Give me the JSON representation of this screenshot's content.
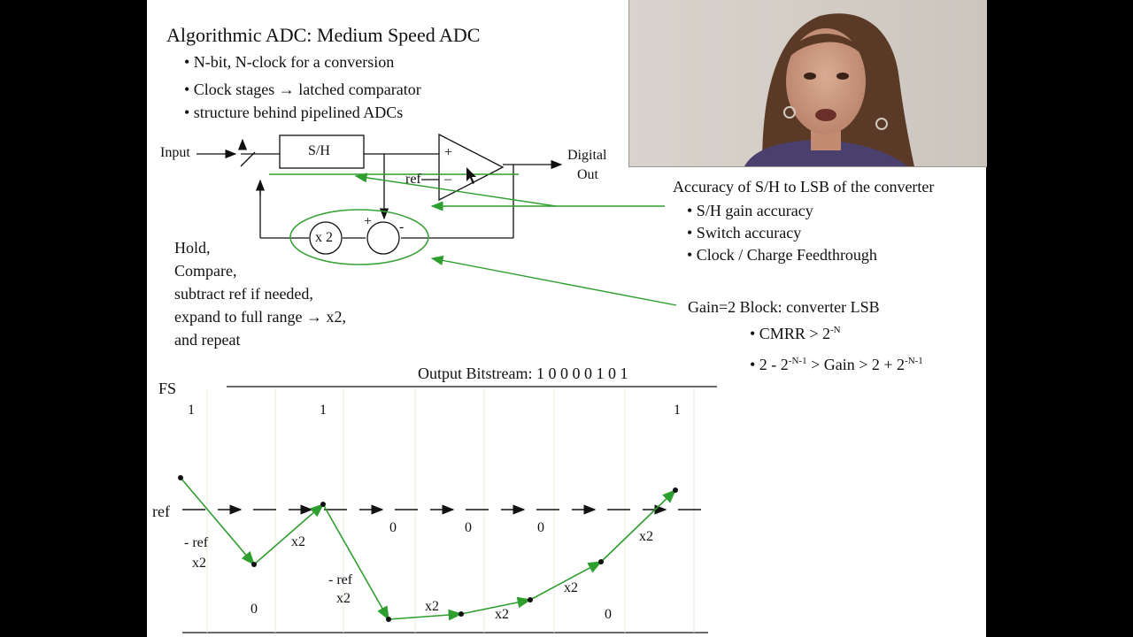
{
  "slide": {
    "title": "Algorithmic ADC: Medium Speed ADC",
    "bullets": [
      "• N-bit, N-clock for a conversion",
      "• Clock stages → latched comparator",
      "• structure behind pipelined ADCs"
    ],
    "diagram": {
      "input_label": "Input",
      "sh_label": "S/H",
      "plus": "+",
      "minus": "–",
      "ref_label": "ref",
      "digital": "Digital",
      "out": "Out",
      "gain_block": "x 2",
      "sum_plus": "+",
      "sum_minus": "-"
    },
    "hold_notes": [
      "Hold,",
      "Compare,",
      "subtract ref if needed,",
      "expand to full range → x2,",
      "and repeat"
    ],
    "accuracy": {
      "heading": "Accuracy of S/H to LSB of the converter",
      "items": [
        "• S/H gain accuracy",
        "• Switch accuracy",
        "• Clock / Charge Feedthrough"
      ]
    },
    "gain": {
      "heading": "Gain=2 Block: converter LSB",
      "cmrr_pre": "• CMRR > 2",
      "cmrr_sup": "-N",
      "range_a": "• 2 - 2",
      "range_a_sup": "-N-1",
      "range_b": " > Gain > 2 + 2",
      "range_b_sup": "-N-1"
    },
    "waveform": {
      "bitstream_label": "Output Bitstream: 1 0 0 0 0 1 0 1",
      "fs_label": "FS",
      "ref_label": "ref",
      "bits": [
        {
          "text": "1"
        },
        {
          "text": "1"
        },
        {
          "text": "1"
        },
        {
          "text": "0"
        },
        {
          "text": "0"
        },
        {
          "text": "0"
        },
        {
          "text": "0"
        },
        {
          "text": "0"
        }
      ],
      "ops": [
        {
          "text": "- ref"
        },
        {
          "text": "x2"
        },
        {
          "text": "x2"
        },
        {
          "text": "- ref"
        },
        {
          "text": "x2"
        },
        {
          "text": "x2"
        },
        {
          "text": "x2"
        },
        {
          "text": "x2"
        },
        {
          "text": "x2"
        }
      ]
    }
  },
  "colors": {
    "green": "#2e9e2e",
    "ellipse": "#3aa33a",
    "black": "#111111"
  },
  "icons": {
    "pointer": "mouse-pointer-icon",
    "presenter": "webcam-presenter"
  }
}
